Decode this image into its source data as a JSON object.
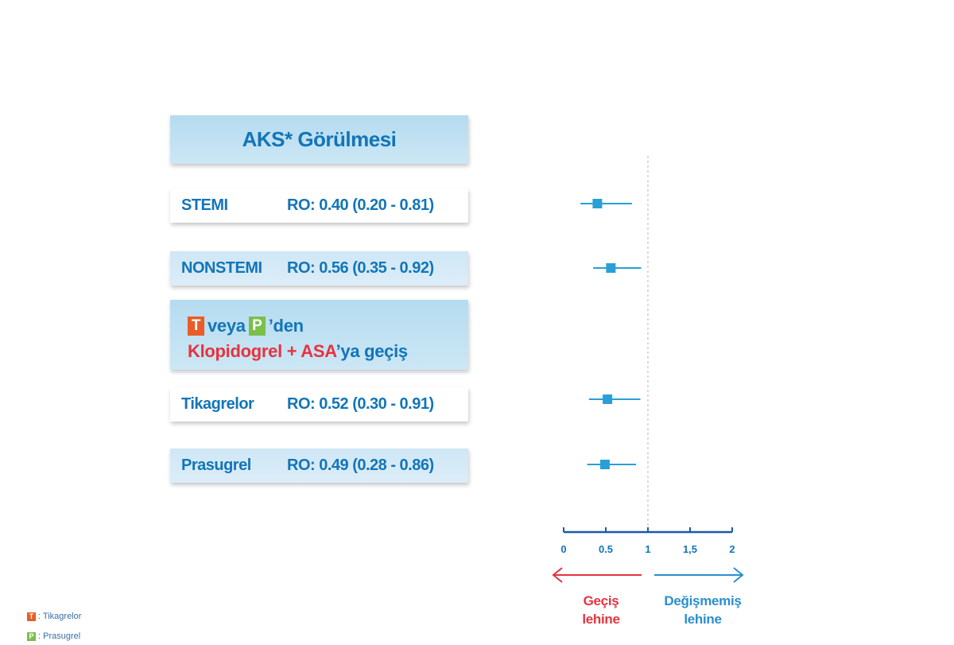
{
  "header": {
    "title": "AKS* Görülmesi"
  },
  "rows": [
    {
      "name": "STEMI",
      "ro": "RO: 0.40 (0.20 - 0.81)"
    },
    {
      "name": "NONSTEMI",
      "ro": "RO: 0.56 (0.35 - 0.92)"
    },
    {
      "name": "Tikagrelor",
      "ro": "RO: 0.52 (0.30 - 0.91)"
    },
    {
      "name": "Prasugrel",
      "ro": "RO: 0.49 (0.28 - 0.86)"
    }
  ],
  "switch_panel": {
    "t_badge": "T",
    "veya": "veya",
    "p_badge": "P",
    "den": "’den",
    "drugs": "Klopidogrel + ASA",
    "suffix": "’ya geçiş"
  },
  "favor": {
    "left_line1": "Geçiş",
    "left_line2": "lehine",
    "right_line1": "Değişmemiş",
    "right_line2": "lehine"
  },
  "legend": [
    {
      "badge": "T",
      "text": ": Tikagrelor"
    },
    {
      "badge": "P",
      "text": ": Prasugrel"
    }
  ],
  "colors": {
    "primary_blue": "#1275b8",
    "marker_blue": "#2a9fd6",
    "red": "#e5333f",
    "t_orange": "#ea5b25",
    "p_green": "#7bbf4b"
  },
  "chart_data": {
    "type": "forest",
    "xlim": [
      0,
      2
    ],
    "reference_line": 1,
    "tick_labels": [
      "0",
      "0.5",
      "1",
      "1,5",
      "2"
    ],
    "tick_values": [
      0,
      0.5,
      1,
      1.5,
      2
    ],
    "points": [
      {
        "label": "STEMI",
        "estimate": 0.4,
        "lower": 0.2,
        "upper": 0.81
      },
      {
        "label": "NONSTEMI",
        "estimate": 0.56,
        "lower": 0.35,
        "upper": 0.92
      },
      {
        "label": "Tikagrelor",
        "estimate": 0.52,
        "lower": 0.3,
        "upper": 0.91
      },
      {
        "label": "Prasugrel",
        "estimate": 0.49,
        "lower": 0.28,
        "upper": 0.86
      }
    ]
  }
}
